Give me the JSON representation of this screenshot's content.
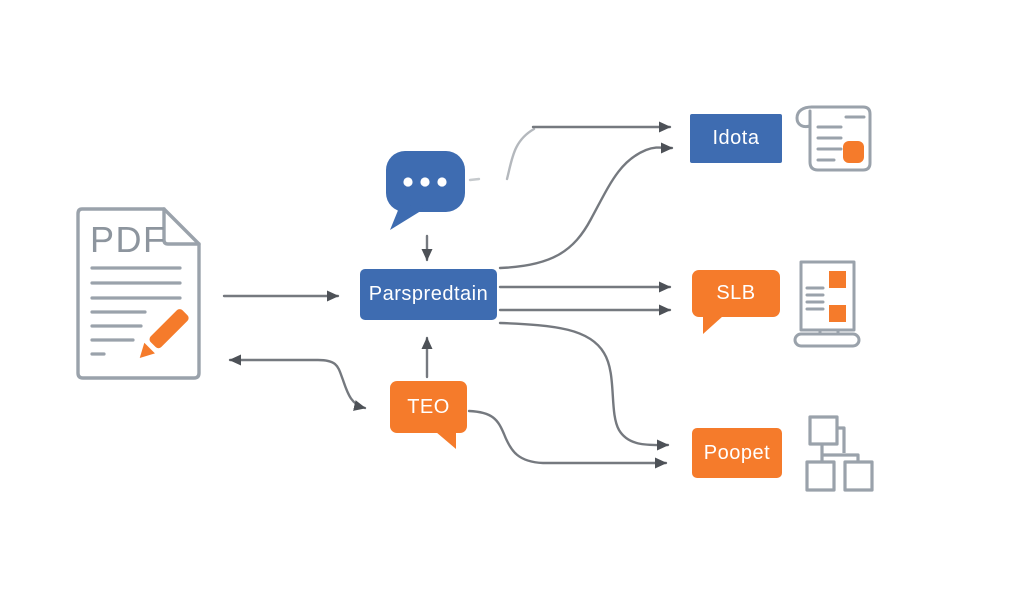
{
  "diagram": {
    "source_document": {
      "label": "PDF"
    },
    "process_box": {
      "label": "Parspredtain"
    },
    "teo_bubble": {
      "label": "TEO"
    },
    "outputs": {
      "idota_box": {
        "label": "Idota"
      },
      "slb_bubble": {
        "label": "SLB"
      },
      "poopet_box": {
        "label": "Poopet"
      }
    },
    "icons": {
      "left": "pdf-document-icon",
      "left_accent": "pen-icon",
      "top_center": "chat-bubble-icon",
      "right_top": "scroll-document-icon",
      "right_middle": "monitor-icon",
      "right_bottom": "org-chart-icon"
    },
    "colors": {
      "blue": "#3e6cb1",
      "orange": "#f57b2b",
      "arrow_gray": "#75797f",
      "arrowhead_gray": "#4d5157",
      "icon_outline_gray": "#9aa2ab",
      "pdf_text_gray": "#8d959e",
      "background": "#ffffff"
    }
  }
}
